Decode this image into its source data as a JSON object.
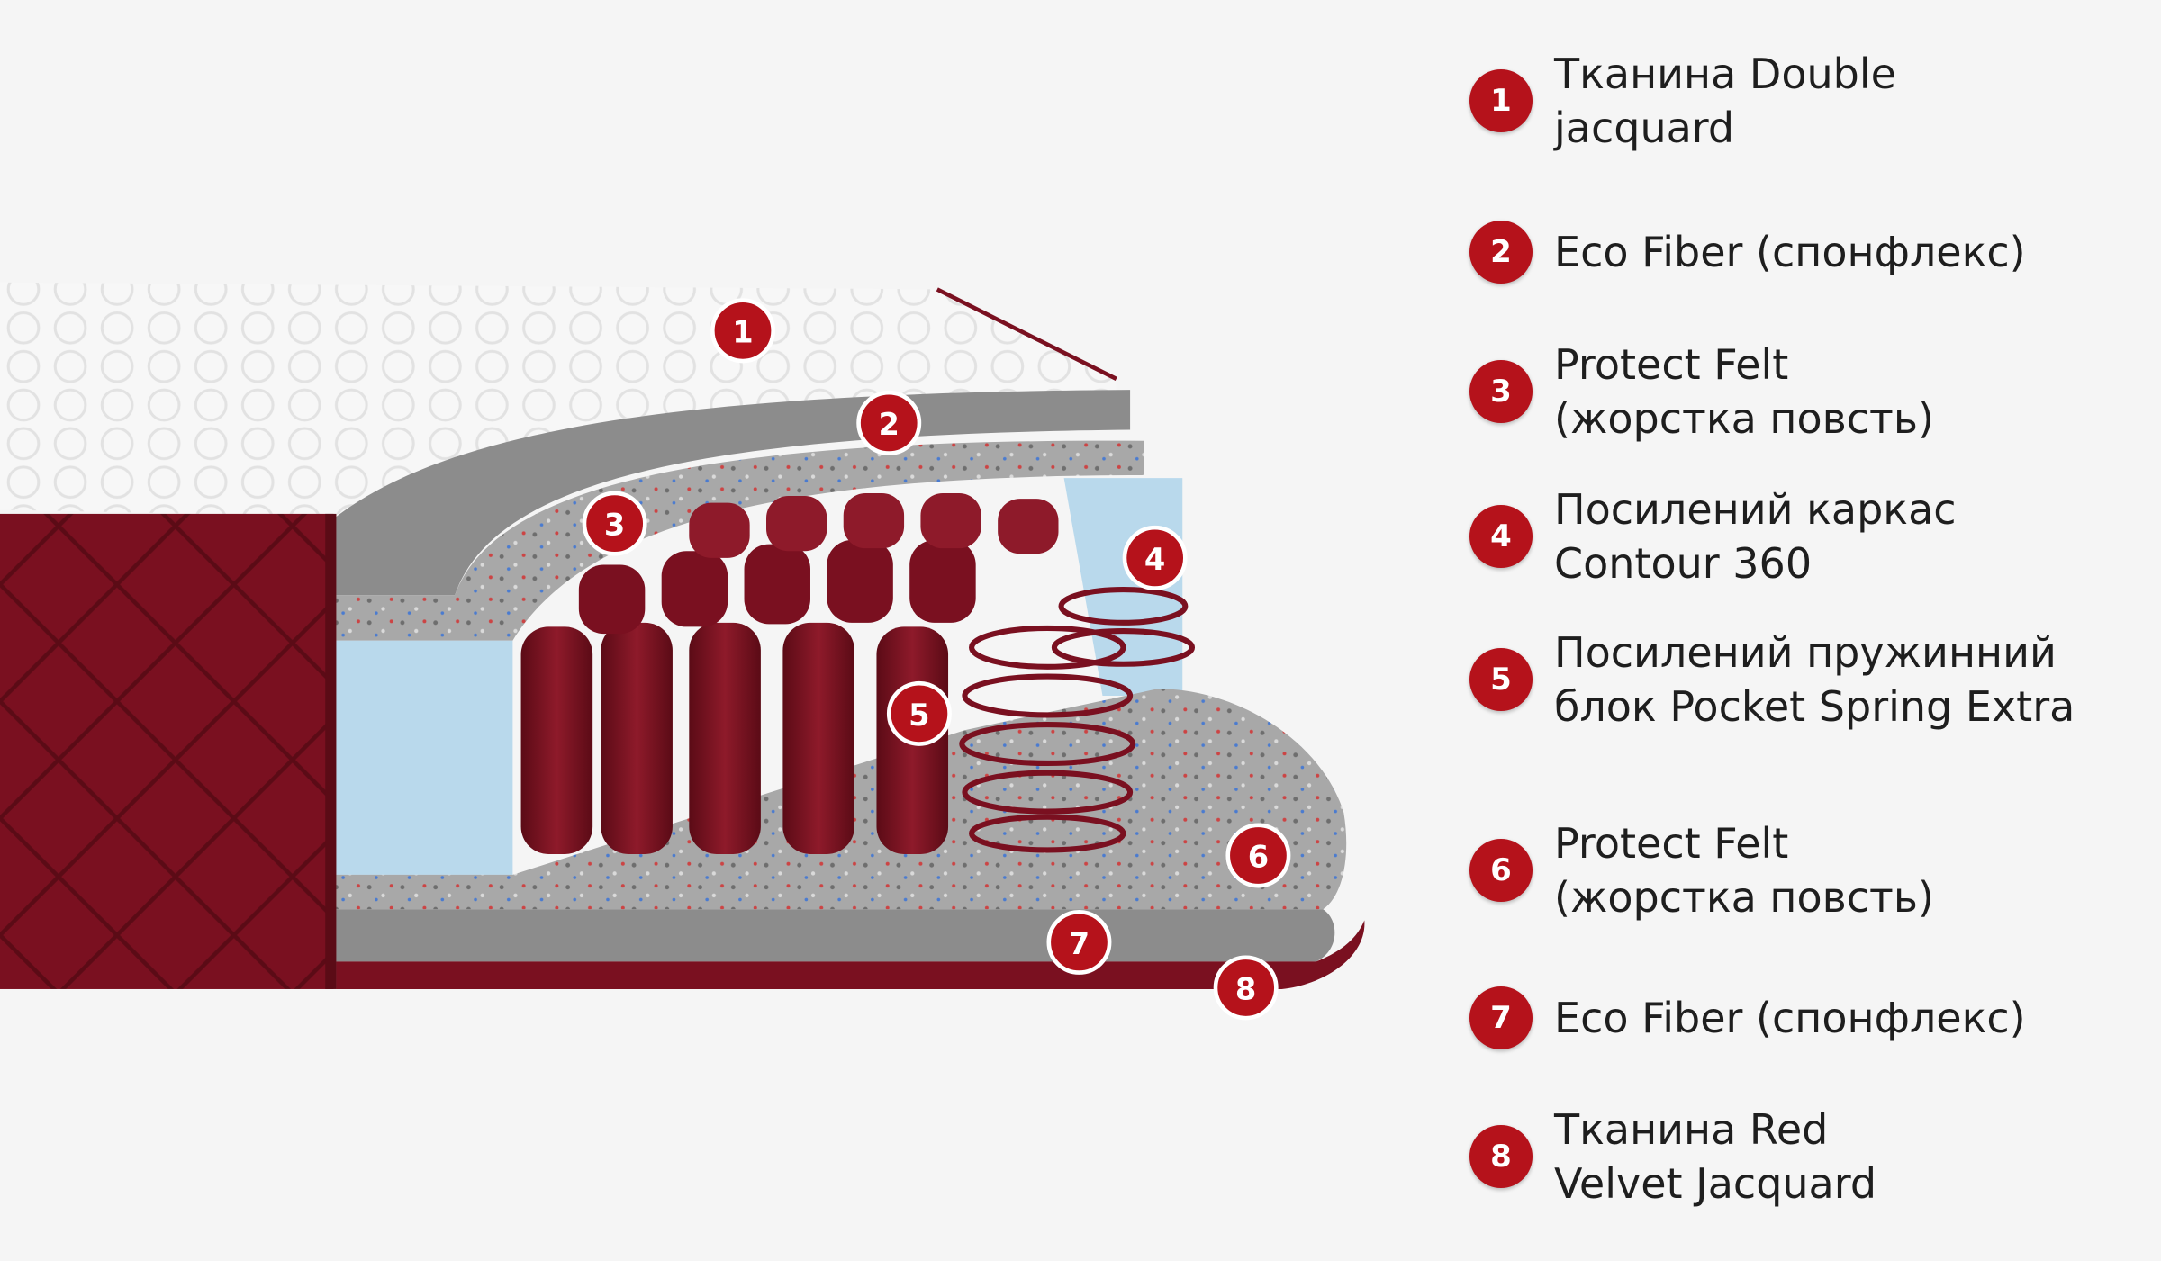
{
  "colors": {
    "marker": "#b5121b",
    "velvet": "#7a1020",
    "velvet_dark": "#5b0b16",
    "foam_gray": "#8c8c8c",
    "felt_gray": "#a8a8a8",
    "frame_blue": "#b9d9ec",
    "jacquard_white": "#f7f7f7",
    "text": "#1e1e1e",
    "background": "#f5f5f5"
  },
  "markers": [
    {
      "num": "1"
    },
    {
      "num": "2"
    },
    {
      "num": "3"
    },
    {
      "num": "4"
    },
    {
      "num": "5"
    },
    {
      "num": "6"
    },
    {
      "num": "7"
    },
    {
      "num": "8"
    }
  ],
  "legend": [
    {
      "num": "1",
      "lines": [
        "Тканина Double",
        "jacquard"
      ]
    },
    {
      "num": "2",
      "lines": [
        "Eco Fiber (спонфлекс)"
      ]
    },
    {
      "num": "3",
      "lines": [
        "Protect Felt",
        "(жорстка повсть)"
      ]
    },
    {
      "num": "4",
      "lines": [
        "Посилений каркас",
        "Contour 360"
      ]
    },
    {
      "num": "5",
      "lines": [
        "Посилений пружинний",
        "блок Pocket Spring Extra"
      ]
    },
    {
      "num": "6",
      "lines": [
        "Protect Felt",
        "(жорстка повсть)"
      ]
    },
    {
      "num": "7",
      "lines": [
        "Eco Fiber (спонфлекс)"
      ]
    },
    {
      "num": "8",
      "lines": [
        "Тканина Red",
        "Velvet Jacquard"
      ]
    }
  ]
}
